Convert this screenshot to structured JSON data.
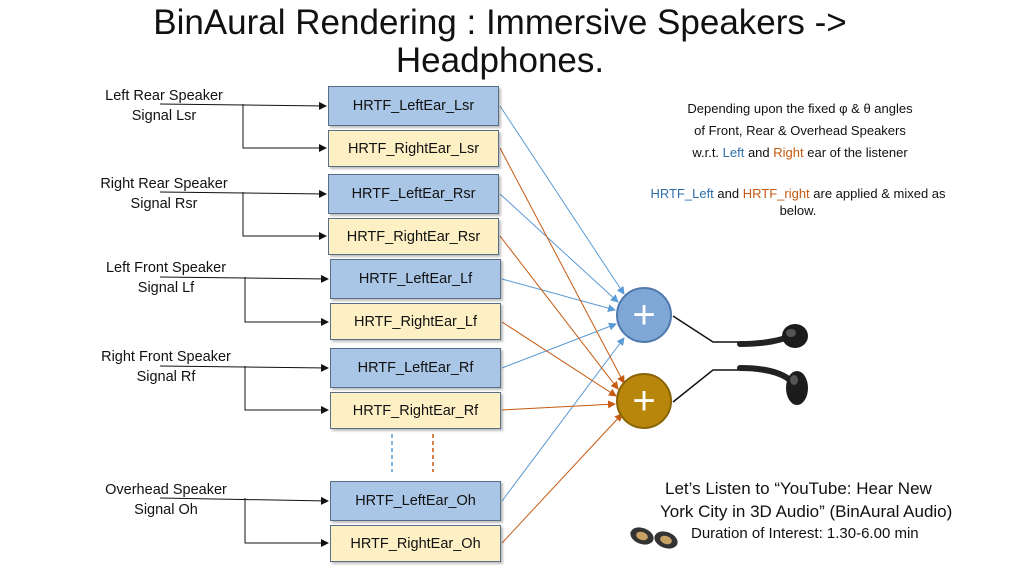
{
  "title": [
    "BinAural Rendering :  Immersive Speakers ->",
    "Headphones."
  ],
  "speakers": [
    {
      "line1": "Left Rear Speaker",
      "line2": "Signal  Lsr",
      "left_hrtf": "HRTF_LeftEar_Lsr",
      "right_hrtf": "HRTF_RightEar_Lsr"
    },
    {
      "line1": "Right Rear Speaker",
      "line2": "Signal  Rsr",
      "left_hrtf": "HRTF_LeftEar_Rsr",
      "right_hrtf": "HRTF_RightEar_Rsr"
    },
    {
      "line1": "Left Front Speaker",
      "line2": "Signal  Lf",
      "left_hrtf": "HRTF_LeftEar_Lf",
      "right_hrtf": "HRTF_RightEar_Lf"
    },
    {
      "line1": "Right Front Speaker",
      "line2": "Signal  Rf",
      "left_hrtf": "HRTF_LeftEar_Rf",
      "right_hrtf": "HRTF_RightEar_Rf"
    },
    {
      "line1": "Overhead Speaker",
      "line2": "Signal  Oh",
      "left_hrtf": "HRTF_LeftEar_Oh",
      "right_hrtf": "HRTF_RightEar_Oh"
    }
  ],
  "note": {
    "line1": "Depending upon the fixed φ & θ angles",
    "line2": "of Front, Rear & Overhead Speakers",
    "line3_pre": "w.r.t. ",
    "line3_left": "Left",
    "line3_mid": " and ",
    "line3_right": "Right",
    "line3_post": " ear of the listener"
  },
  "applied": {
    "left": "HRTF_Left",
    "mid": " and ",
    "right": "HRTF_right",
    "post": " are applied & mixed as",
    "line2": "below."
  },
  "sum_symbol": "+",
  "listen": {
    "line1": "Let’s Listen to “YouTube: Hear New",
    "line2": "York City in 3D Audio” (BinAural Audio)",
    "duration": "Duration of Interest: 1.30-6.00 min"
  },
  "colors": {
    "left_ear": "#5b9bd5",
    "right_ear": "#c55a11",
    "left_box": "#a9c6e6",
    "right_box": "#fdf0c4",
    "sum_left": "#7ea7d6",
    "sum_right": "#b8860b"
  },
  "icons": [
    "earphone-icon",
    "speaker-icon"
  ]
}
